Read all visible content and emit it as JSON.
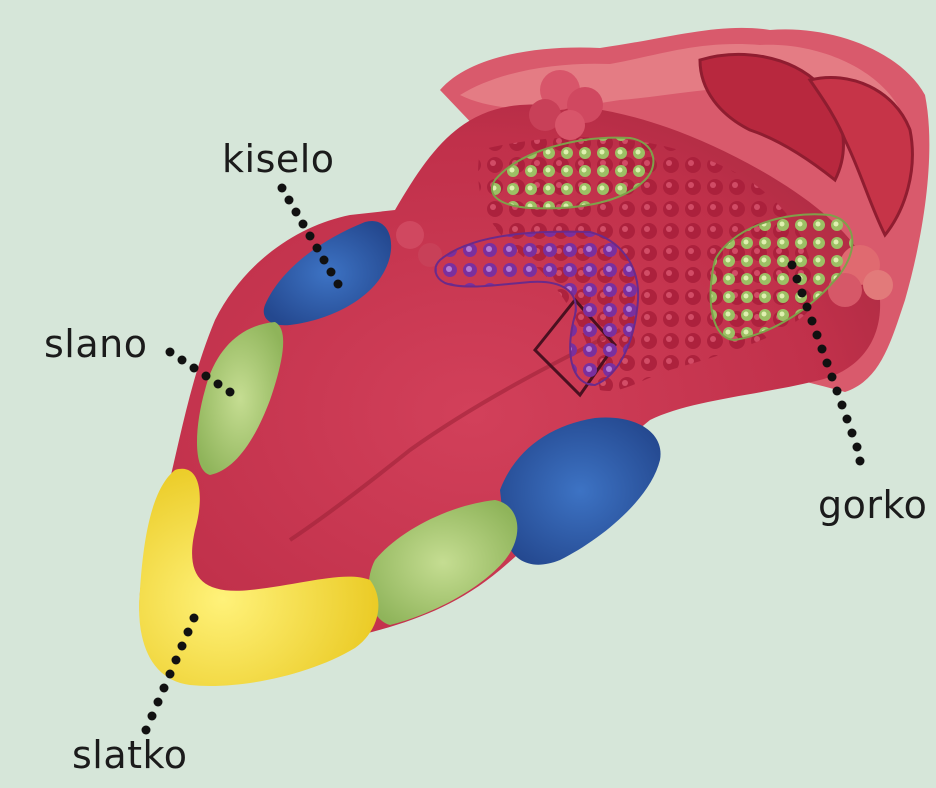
{
  "labels": {
    "kiselo": "kiselo",
    "slano": "slano",
    "gorko": "gorko",
    "slatko": "slatko"
  },
  "colors": {
    "background": "#d6e6d9",
    "tongue": "#c8344a",
    "sweet_zone": "#f3dc3a",
    "salty_zone": "#a8c86c",
    "sour_zone": "#2f5fae",
    "bitter_zone": "#b3d27a",
    "purple_papillae": "#8a3fae"
  }
}
